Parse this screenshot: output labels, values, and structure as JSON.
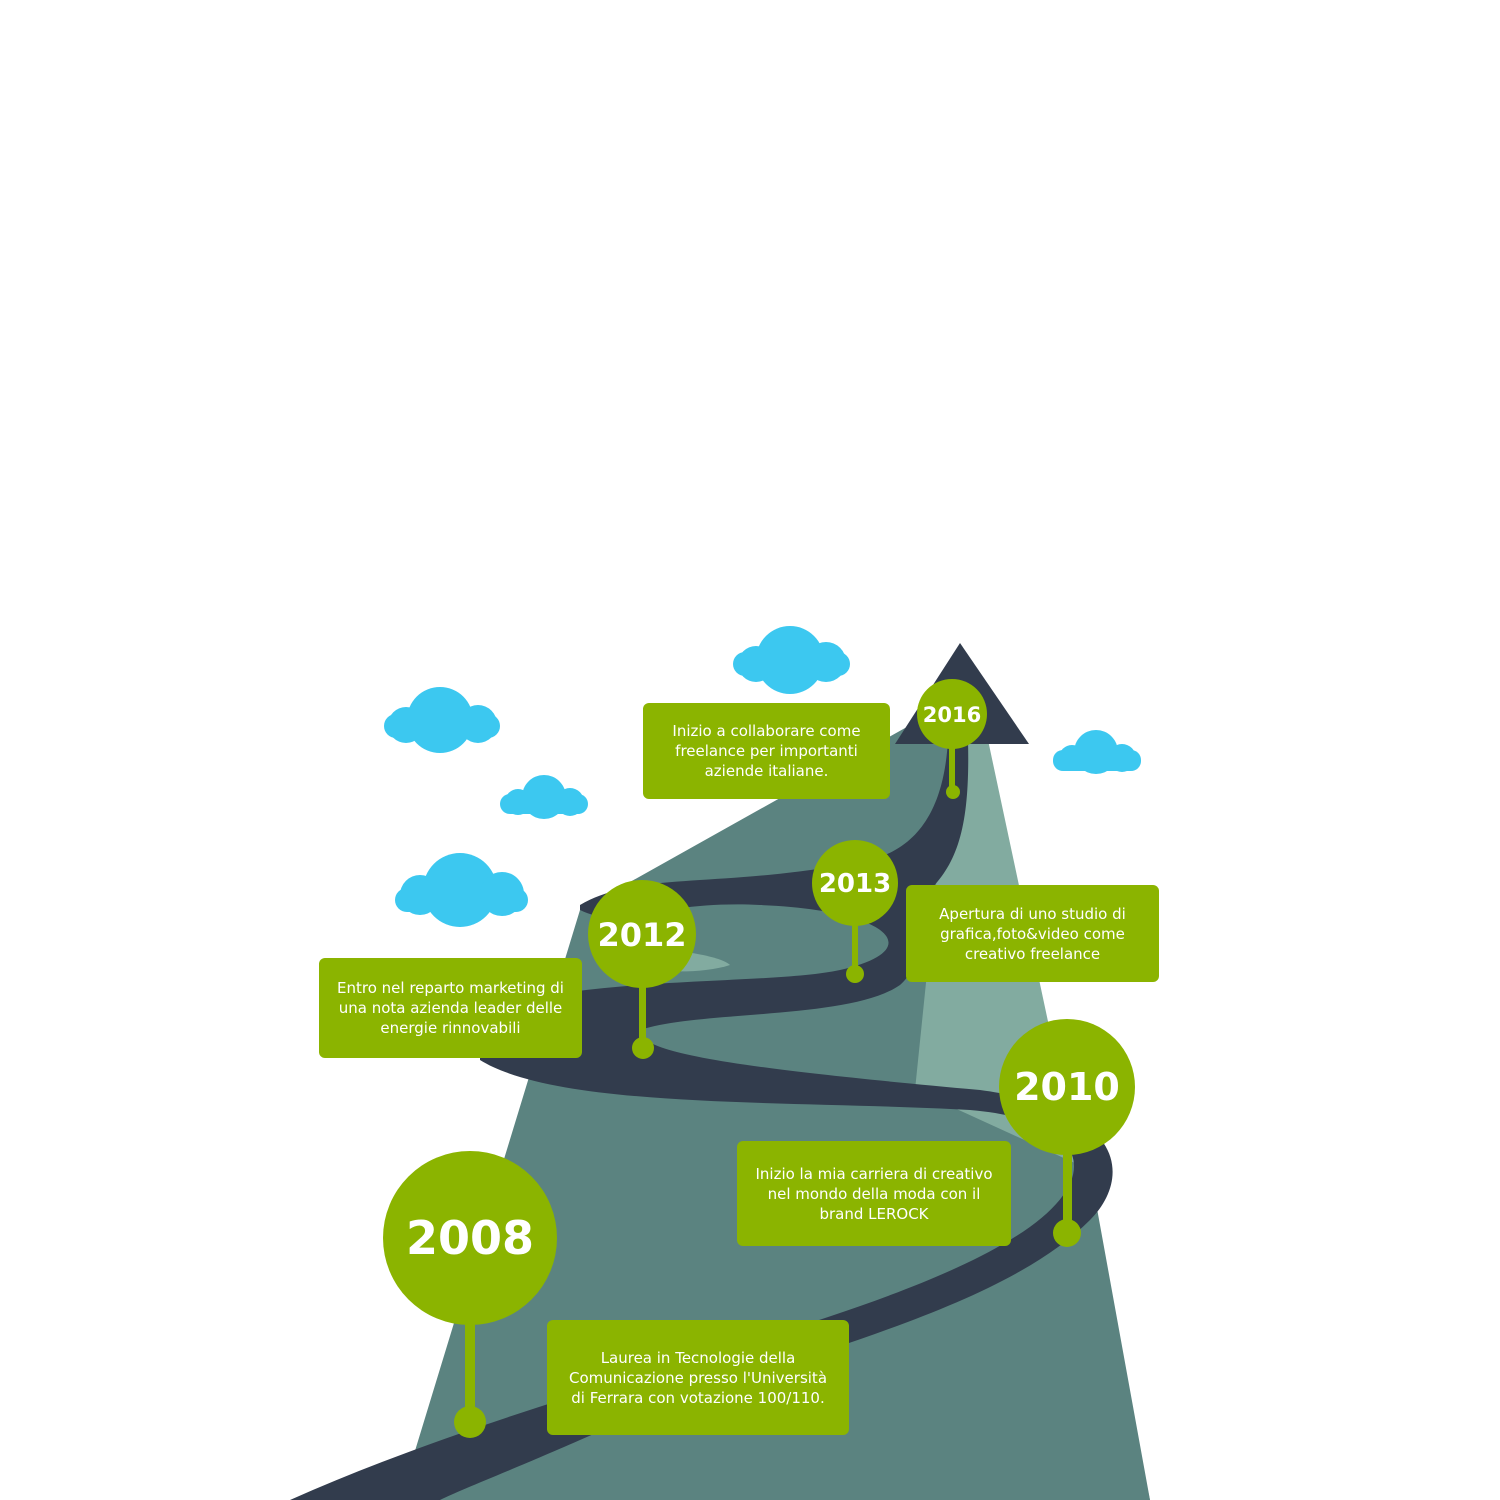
{
  "colors": {
    "green": "#8bb400",
    "road": "#323c4d",
    "mountain_dark": "#5b8380",
    "mountain_light": "#82aba0",
    "cloud": "#3cc8f0"
  },
  "milestones": [
    {
      "year": "2008",
      "text": "Laurea in Tecnologie della Comunicazione presso l'Università di Ferrara con votazione 100/110."
    },
    {
      "year": "2010",
      "text": "Inizio la mia carriera di creativo nel mondo della moda con il brand LEROCK"
    },
    {
      "year": "2012",
      "text": "Entro nel reparto marketing di una nota azienda leader delle energie rinnovabili"
    },
    {
      "year": "2013",
      "text": "Apertura di uno studio di grafica,foto&video come creativo freelance"
    },
    {
      "year": "2016",
      "text": "Inizio a collaborare come freelance per importanti aziende italiane."
    }
  ]
}
